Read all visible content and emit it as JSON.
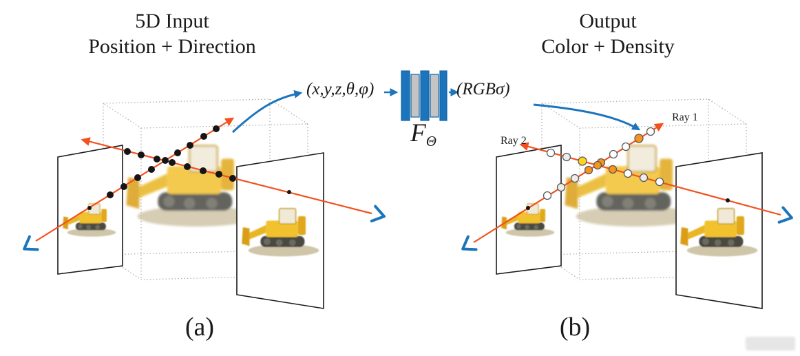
{
  "figure": {
    "panel_a": {
      "title_line1": "5D Input",
      "title_line2": "Position + Direction",
      "input_label": "(x,y,z,θ,φ)",
      "caption": "(a)"
    },
    "network": {
      "symbol": "F",
      "subscript": "Θ"
    },
    "panel_b": {
      "title_line1": "Output",
      "title_line2": "Color + Density",
      "output_label": "(RGBσ)",
      "ray1_label": "Ray 1",
      "ray2_label": "Ray 2",
      "caption": "(b)"
    },
    "colors": {
      "ray_orange": "#f4501e",
      "accent_blue": "#1c75bc",
      "sample_black": "#151515",
      "sample_orange": "#f7941d",
      "sample_yellow": "#ffd21e",
      "cube_dotted_gray": "#b0b0b0"
    }
  }
}
